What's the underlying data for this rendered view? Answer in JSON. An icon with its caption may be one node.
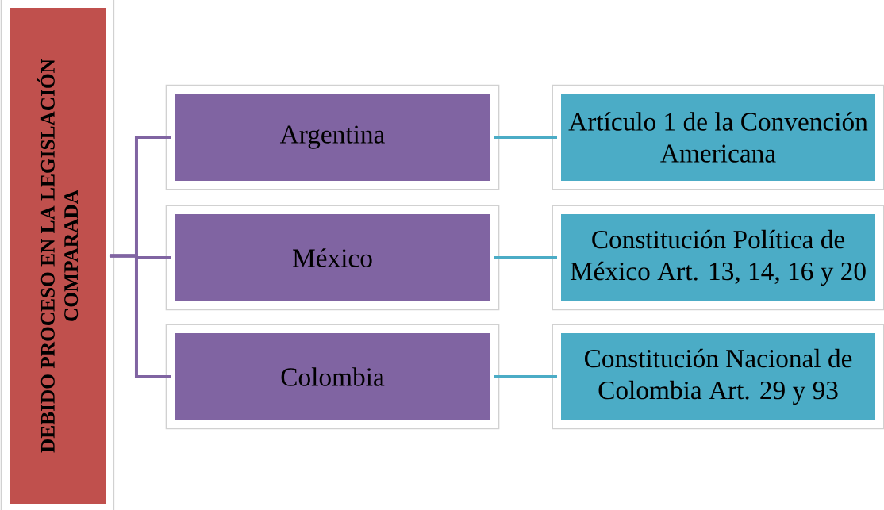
{
  "diagram": {
    "nodes": [
      {
        "text": [
          "DEBIDO PROCESO EN LA LEGISLACIÓN COMPARADA"
        ]
      },
      {
        "text": [
          "Argentina"
        ]
      },
      {
        "text": [
          "México"
        ]
      },
      {
        "text": [
          "Colombia"
        ]
      },
      {
        "text": [
          "Artículo 1 de la Convención Americana"
        ]
      },
      {
        "text": [
          "Constitución Política de México Art. 13, 14, 16 y 20"
        ]
      },
      {
        "text": [
          "Constitución Nacional de Colombia Art. 29 y 93"
        ]
      }
    ],
    "edges": [
      {
        "from": 0,
        "to": 1,
        "arrow": "none"
      },
      {
        "from": 0,
        "to": 2,
        "arrow": "none"
      },
      {
        "from": 0,
        "to": 3,
        "arrow": "none"
      },
      {
        "from": 1,
        "to": 4,
        "arrow": "none",
        "color": "#4bacc6"
      },
      {
        "from": 2,
        "to": 5,
        "arrow": "none",
        "color": "#4bacc6"
      },
      {
        "from": 3,
        "to": 6,
        "arrow": "none",
        "color": "#4bacc6"
      }
    ]
  }
}
